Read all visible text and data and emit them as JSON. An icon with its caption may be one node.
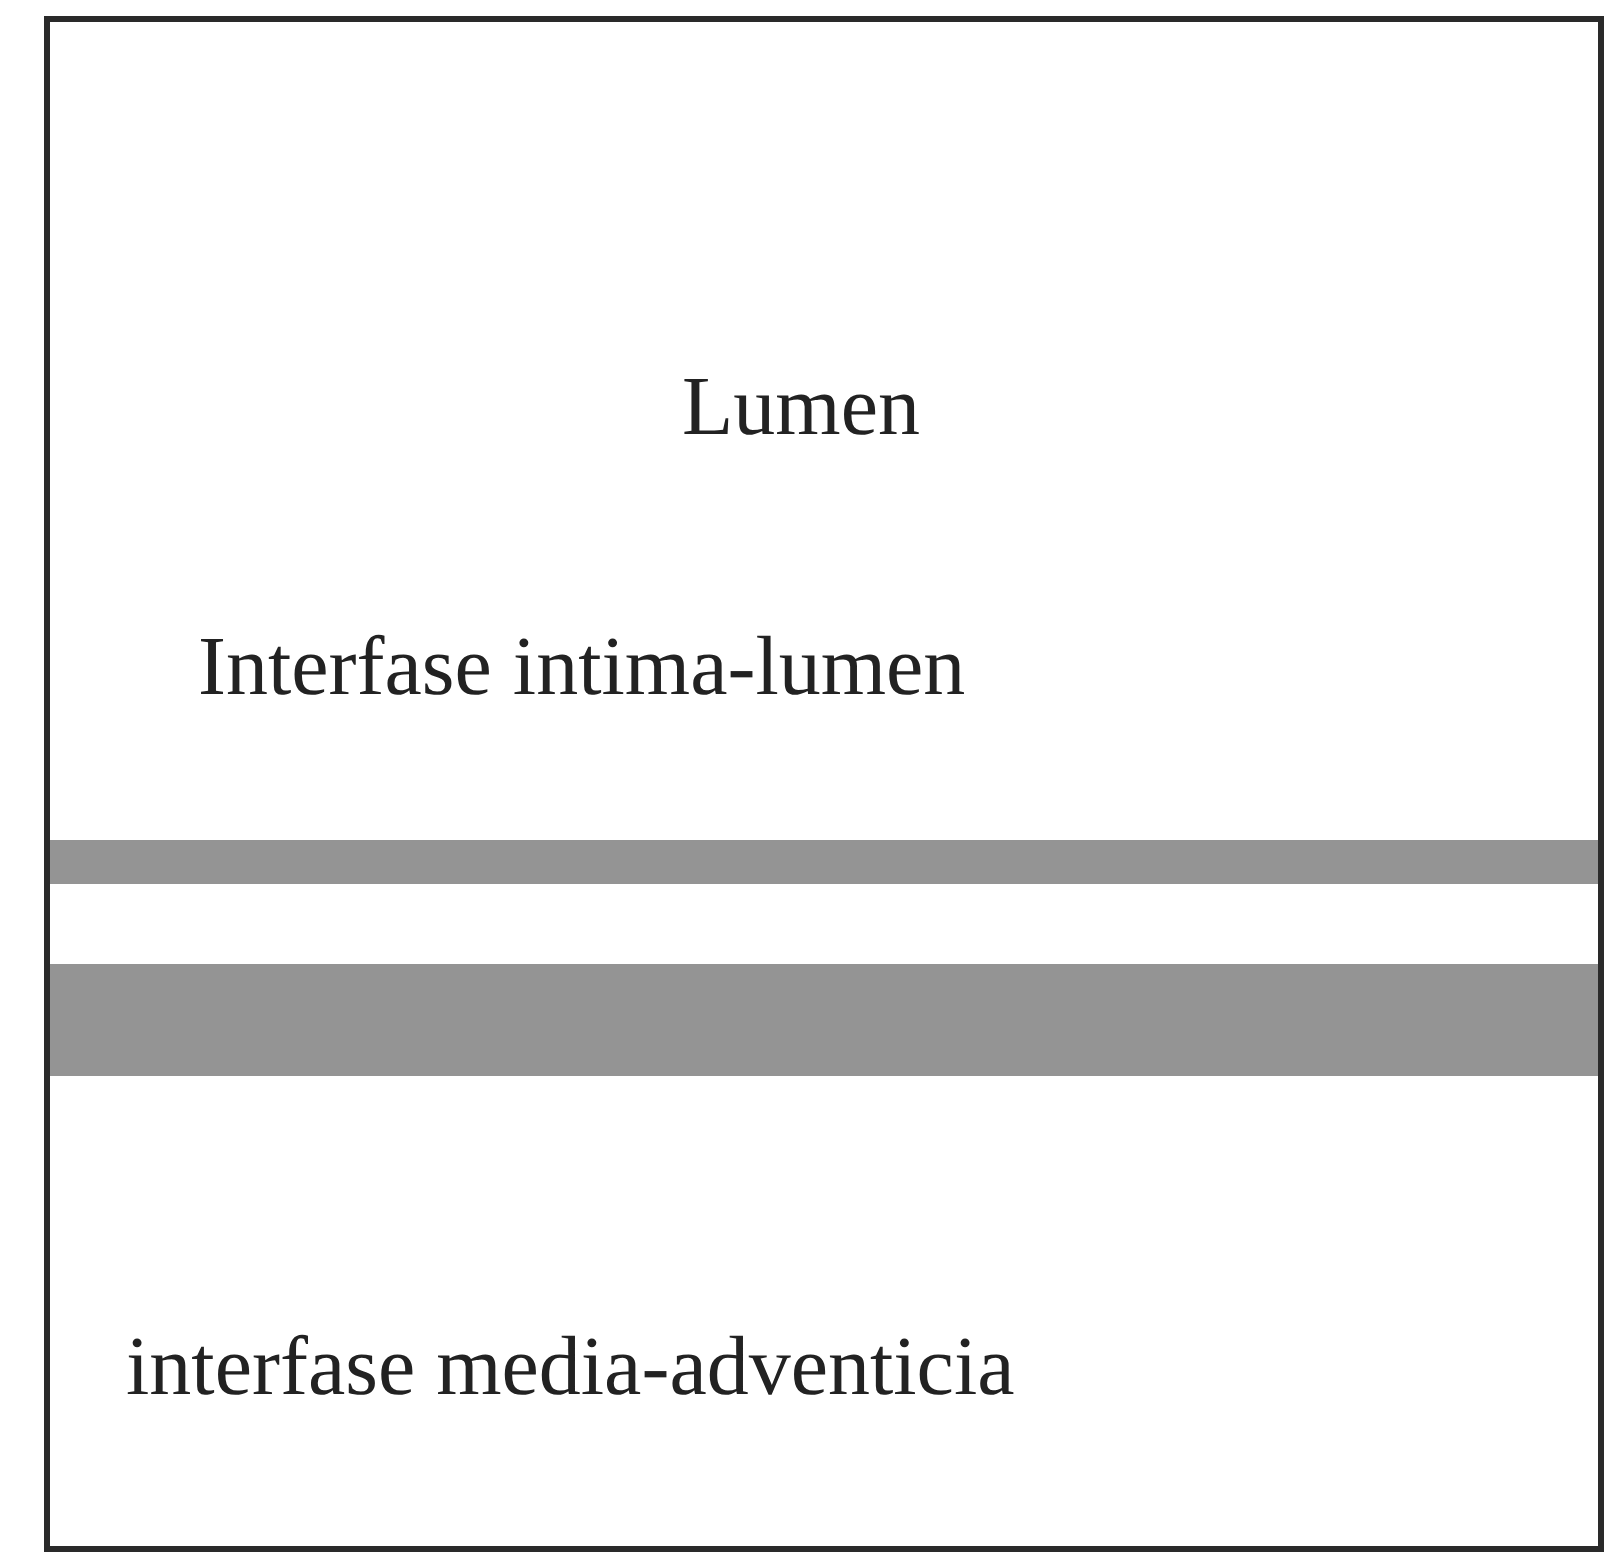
{
  "diagram": {
    "nodes": [
      {
        "text": [],
        "shape": "bar"
      },
      {
        "text": [],
        "shape": "bar"
      }
    ],
    "labels": [
      "Lumen",
      "Interfase intima-lumen",
      "interfase media-adventicia"
    ]
  }
}
